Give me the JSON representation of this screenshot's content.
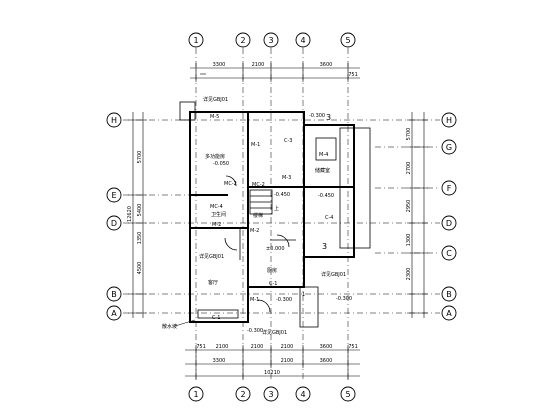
{
  "grid": {
    "cols": [
      "1",
      "2",
      "3",
      "4",
      "5"
    ],
    "rows": [
      "H",
      "G",
      "F",
      "E",
      "D",
      "C",
      "B",
      "A"
    ]
  },
  "dims": {
    "top_segments": [
      "3300",
      "2100",
      "3600",
      "751"
    ],
    "bottom_segments": [
      "751",
      "2100",
      "2100",
      "2100",
      "3600",
      "751"
    ],
    "bottom_overall": [
      "3300",
      "2100",
      "3600"
    ],
    "total": "10210",
    "left_segments": [
      "5700",
      "5400",
      "1350",
      "4500"
    ],
    "left_total": "12620",
    "right_segments": [
      "5700",
      "2700",
      "2950",
      "1300",
      "2300"
    ]
  },
  "rooms": {
    "bed_label": "多功能房",
    "living_label": "客厅",
    "stair_label": "楼梯",
    "dining_label": "厨房",
    "wc_label": "卫生间",
    "storage_label": "储藏室",
    "stair_up": "上"
  },
  "tags": {
    "m5": "M-5",
    "m1_top": "M-1",
    "m1_bottom": "M-1",
    "m2_a": "M-2",
    "m2_b": "M-2",
    "m3": "M-3",
    "m4": "M-4",
    "mc2_a": "MC-2",
    "mc2_b": "MC-2",
    "mc4": "MC-4",
    "c1_left": "C-1",
    "c1_mid": "C-1",
    "c3": "C-3",
    "c4": "C-4"
  },
  "levels": {
    "upper": "-0.300",
    "bed": "-0.050",
    "right": "-0.450",
    "stair_lv": "-0.450",
    "hall": "±0.000",
    "entry": "-0.300",
    "porch": "-0.300",
    "rear": "-0.300"
  },
  "section_marks": {
    "three_top": "3",
    "three_mid": "3",
    "one": "1"
  },
  "callouts": {
    "detail_top": "详见GBJ01",
    "detail_left": "详见GBJ01",
    "detail_right": "详见GBJ01",
    "detail_bottom": "详见GBJ01",
    "scupper": "散水坡"
  }
}
